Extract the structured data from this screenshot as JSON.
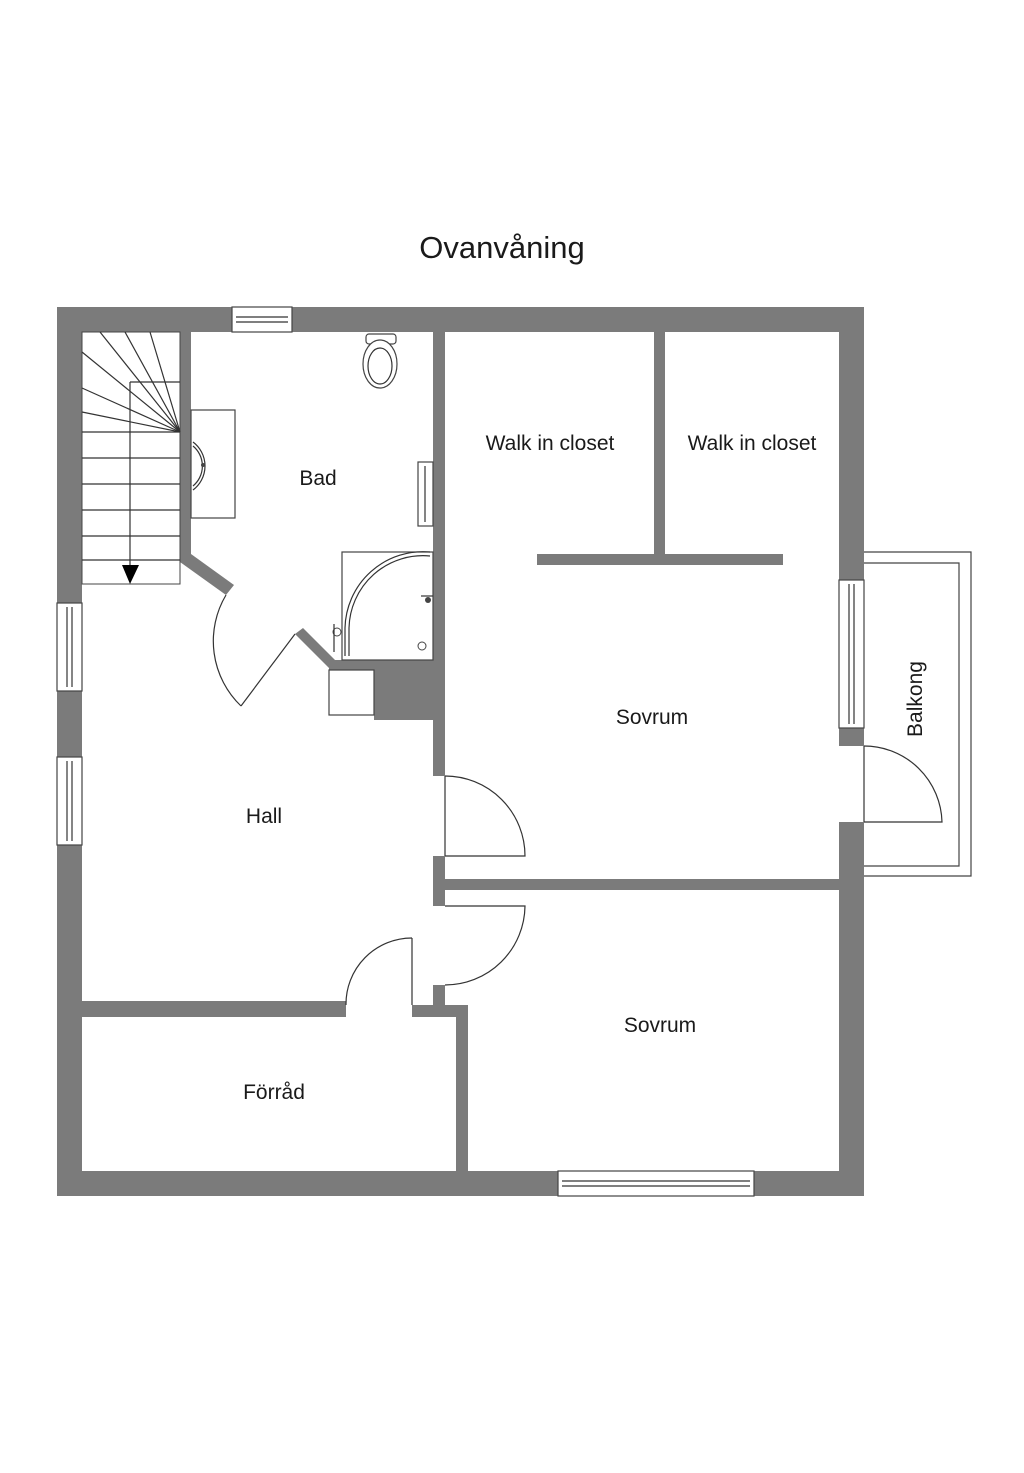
{
  "plan": {
    "title": "Ovanvåning",
    "rooms": {
      "bad": "Bad",
      "walk_in_closet_1": "Walk in closet",
      "walk_in_closet_2": "Walk in closet",
      "sovrum_1": "Sovrum",
      "hall": "Hall",
      "balkong": "Balkong",
      "sovrum_2": "Sovrum",
      "forrad": "Förråd"
    }
  },
  "colors": {
    "wall": "#7b7b7b",
    "line": "#333333",
    "background": "#ffffff"
  }
}
